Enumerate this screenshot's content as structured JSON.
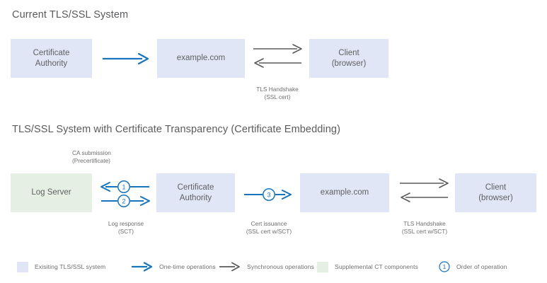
{
  "sections": [
    {
      "id": "current-system",
      "title": "Current TLS/SSL System",
      "nodes": [
        {
          "name": "certificate-authority",
          "label": "Certificate\nAuthority",
          "color": "blue"
        },
        {
          "name": "example-com",
          "label": "example.com",
          "color": "blue"
        },
        {
          "name": "client-browser",
          "label": "Client\n(browser)",
          "color": "blue"
        }
      ],
      "connectors": [
        {
          "name": "ca-to-example-arrow",
          "kind": "one-time-single-right",
          "caption": ""
        },
        {
          "name": "tls-handshake-arrows",
          "kind": "sync-bidirectional",
          "caption": "TLS Handshake\n(SSL cert)"
        }
      ]
    },
    {
      "id": "ct-system",
      "title": "TLS/SSL System with Certificate Transparency (Certificate Embedding)",
      "nodes": [
        {
          "name": "log-server",
          "label": "Log Server",
          "color": "green"
        },
        {
          "name": "certificate-authority",
          "label": "Certificate\nAuthority",
          "color": "blue"
        },
        {
          "name": "example-com",
          "label": "example.com",
          "color": "blue"
        },
        {
          "name": "client-browser",
          "label": "Client\n(browser)",
          "color": "blue"
        }
      ],
      "connectors": [
        {
          "name": "ca-submission-arrows",
          "kind": "one-time-bidirectional-numbered",
          "caption_above": "CA submission\n(Precertificate)",
          "caption_below": "Log response\n(SCT)",
          "step_top": "1",
          "step_bottom": "2"
        },
        {
          "name": "cert-issuance-arrow",
          "kind": "one-time-single-right-numbered",
          "caption_below": "Cert issuance\n(SSL cert w/SCT)",
          "step": "3"
        },
        {
          "name": "tls-handshake-arrows",
          "kind": "sync-bidirectional",
          "caption_below": "TLS Handshake\n(SSL cert w/SCT)"
        }
      ]
    }
  ],
  "legend": {
    "items": [
      {
        "name": "legend-existing-tls-ssl-system",
        "glyph": "blue-swatch",
        "label": "Exisiting TLS/SSL system"
      },
      {
        "name": "legend-one-time-operations",
        "glyph": "blue-arrow",
        "label": "One-time operations"
      },
      {
        "name": "legend-synchronous-operations",
        "glyph": "gray-arrow",
        "label": "Synchronous operations"
      },
      {
        "name": "legend-supplemental-ct-components",
        "glyph": "green-swatch",
        "label": "Supplemental CT components"
      },
      {
        "name": "legend-order-of-operation",
        "glyph": "numbered-circle",
        "label": "Order of operation",
        "number": "1"
      }
    ]
  },
  "colors": {
    "blue_box": "#e1e6f6",
    "green_box": "#e6efe4",
    "blue_arrow": "#1874bc",
    "gray_arrow": "#595a5c",
    "text": "#5f6062",
    "title": "#5a5b5d"
  }
}
